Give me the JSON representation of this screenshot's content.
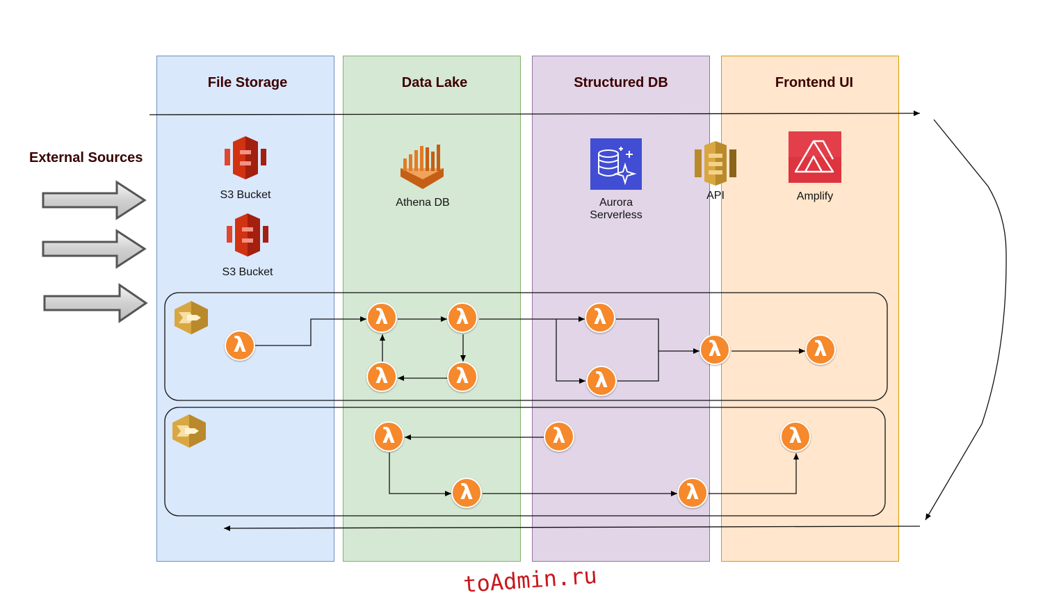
{
  "lanes": {
    "file_storage": {
      "title": "File Storage",
      "color": "#dae8fc",
      "border": "#6c8ebf"
    },
    "data_lake": {
      "title": "Data Lake",
      "color": "#d5e8d4",
      "border": "#82b366"
    },
    "structured_db": {
      "title": "Structured DB",
      "color": "#e1d5e7",
      "border": "#9673a6"
    },
    "frontend_ui": {
      "title": "Frontend UI",
      "color": "#ffe6cc",
      "border": "#d79b00"
    }
  },
  "external_sources": {
    "title": "External Sources",
    "arrow_count": 3
  },
  "services": {
    "s3_bucket_1": {
      "label": "S3 Bucket",
      "icon": "s3-bucket-icon"
    },
    "s3_bucket_2": {
      "label": "S3 Bucket",
      "icon": "s3-bucket-icon"
    },
    "athena": {
      "label": "Athena DB",
      "icon": "athena-icon"
    },
    "aurora": {
      "label_line1": "Aurora",
      "label_line2": "Serverless",
      "icon": "aurora-icon"
    },
    "api": {
      "label": "API",
      "icon": "api-gateway-icon"
    },
    "amplify": {
      "label": "Amplify",
      "icon": "amplify-icon"
    }
  },
  "lambda_glyph": "λ",
  "colors": {
    "lambda": "#f5892b",
    "s3": "#d13212",
    "athena": "#e07c26",
    "aurora": "#3b48cc",
    "api": "#d9a741",
    "amplify": "#dd3440",
    "title_text": "#3a0000"
  },
  "watermark": "toAdmin.ru"
}
